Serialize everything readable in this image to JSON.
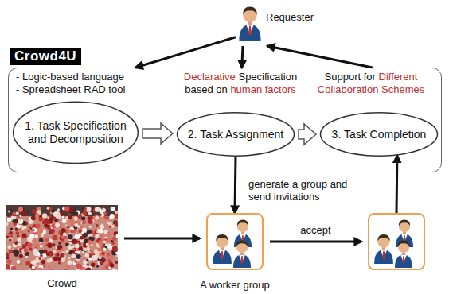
{
  "diagram": {
    "nodes": [
      {
        "text": [
          "Requester"
        ]
      },
      {
        "text": [
          "Crowd4U"
        ]
      },
      {
        "text": [
          "1. Task Specification and Decomposition"
        ],
        "in": 1
      },
      {
        "text": [
          "2. Task Assignment"
        ],
        "in": 1
      },
      {
        "text": [
          "3. Task Completion"
        ],
        "in": 1
      },
      {
        "text": [
          "Crowd"
        ]
      },
      {
        "text": [
          "A worker group"
        ]
      },
      {
        "text": []
      }
    ],
    "edges": [
      {
        "from": 0,
        "to": 1,
        "arrow": "to"
      },
      {
        "from": 0,
        "to": 1,
        "arrow": "to"
      },
      {
        "from": 1,
        "to": 0,
        "arrow": "to"
      },
      {
        "from": 2,
        "to": 3,
        "arrow": "to"
      },
      {
        "from": 3,
        "to": 4,
        "arrow": "to"
      },
      {
        "from": 3,
        "to": 6,
        "label": "generate a group and send invitations",
        "arrow": "to"
      },
      {
        "from": 5,
        "to": 6,
        "arrow": "to"
      },
      {
        "from": 6,
        "to": 7,
        "label": "accept",
        "arrow": "to"
      },
      {
        "from": 7,
        "to": 4,
        "arrow": "to"
      }
    ],
    "labels": [
      "- Logic-based language",
      "- Spreadsheet RAD tool",
      "Declarative",
      "Specification",
      "based on",
      "human factors",
      "Support for",
      "Different",
      "Collaboration Schemes"
    ]
  }
}
